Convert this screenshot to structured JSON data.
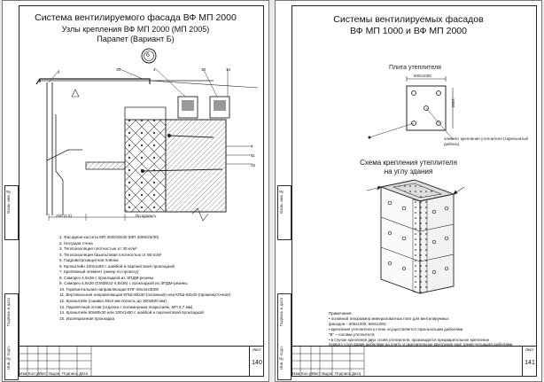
{
  "left_sheet": {
    "title_line1": "Система вентилируемого фасада ВФ МП 2000",
    "title_line2": "Узлы крепления ВФ МП 2000 (МП 2005)",
    "title_line3": "Парапет (Вариант Б)",
    "node_symbol": "6",
    "callouts_top": [
      "1",
      "10",
      "4",
      "13",
      "14"
    ],
    "callouts_right": [
      "7",
      "11",
      "15"
    ],
    "dim_labels": [
      "250 (2,5)",
      "По проекту"
    ],
    "legend": [
      "1. Фасадная кассета МП 2000/30/30  (МП 2005/23/30)",
      "2. Несущая стена",
      "3. Теплоизоляция плотностью от 30 кг/м³",
      "4. Теплоизоляция базальтовая плотностью от 80 кг/м³",
      "5. Гидроветрозащитная плёнка",
      "6. Кронштейн  100х1х80 с шайбой и паронитовой прокладкой",
      "7. Крепёжный элемент (анкер по проекту)",
      "8. Саморез 4,8х28 с прокладкой из ЭПДМ-резины",
      "9. Саморез 4,8х20 (СМ38/22-4,8х36) с прокладкой из ЭПДМ-резины",
      "10. Горизонтальная направляющая КПГ-30х44х3000",
      "11. Вертикальная направляющая КПШ-90х30 (основная) или КПШ-60х30 (промежуточная)",
      "12. Кронштейн (сшивка 40х2 мм полоса, до 300х600 мм)",
      "13. Парапетный отлив (отделка с полимерным покрытием, МП 0,7 мм)",
      "14. Кронштейн  60х80х30 или 100х1х80  с шайбой и паронитовой прокладкой",
      "15. Изоляционная прокладка"
    ],
    "sheet_label": "Лист",
    "sheet_number": "140",
    "stamp_labels": [
      "Изм.",
      "Кол.уч",
      "Лист",
      "№док",
      "Подпись",
      "Дата"
    ],
    "side_labels": [
      "Инв.№ подл.",
      "Подпись и дата",
      "Взам. инв.№"
    ]
  },
  "right_sheet": {
    "title_line1": "Системы вентилируемых фасадов",
    "title_line2": "ВФ МП 1000 и ВФ МП 2000",
    "plate_heading": "Плита утеплителя",
    "plate_dims": [
      "600х1000",
      "1000"
    ],
    "plate_callout": "элемент крепления утеплителя (тарельчатый дюбель)",
    "corner_heading_line1": "Схема крепления утеплителя",
    "corner_heading_line2": "на углу здания",
    "notes": [
      "Примечания:",
      "• основной типоразмер минераловатных плит для вентилируемых",
      "  фасадов – 600х1000, 600х1200;",
      "• крепление утеплителя к стене осуществляется тарельчатыми дюбелями",
      "  \"В\" – головки утеплителя;",
      "• в случае крепления двух слоёв утеплителя, производится предварительное крепление",
      "  первого слоя двумя дюбелями на плиту, и окончательное крепление ещё тремя-четырьмя дюбелями."
    ],
    "sheet_label": "Лист",
    "sheet_number": "141",
    "stamp_labels": [
      "Изм.",
      "Кол.уч",
      "Лист",
      "№док",
      "Подпись",
      "Дата"
    ],
    "side_labels": [
      "Инв.№ подл.",
      "Подпись и дата",
      "Взам. инв.№"
    ]
  },
  "colors": {
    "line": "#222222",
    "hatch": "#555555",
    "paper": "#ffffff",
    "backdrop": "#e9e9e9"
  }
}
